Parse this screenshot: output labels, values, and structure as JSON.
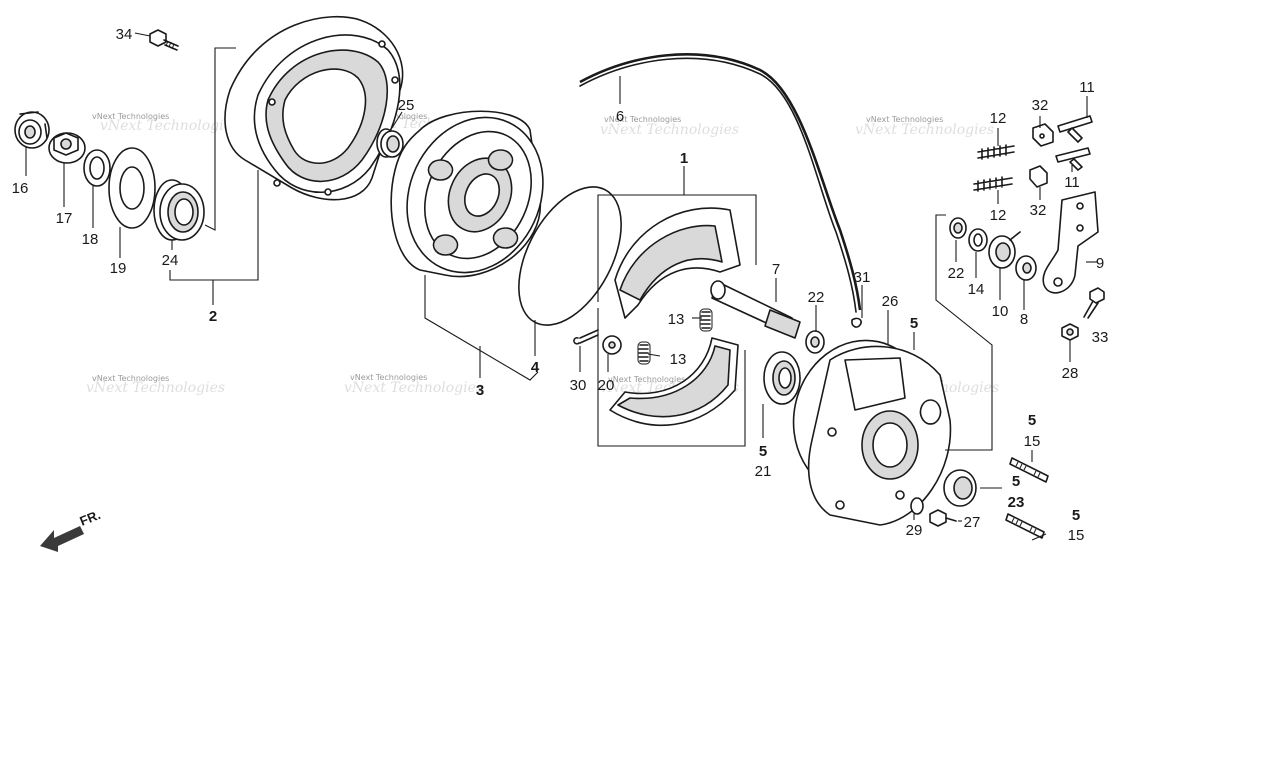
{
  "watermark": {
    "text": "vNext Technologies"
  },
  "direction_label": "FR.",
  "callouts": {
    "c1": "1",
    "c3": "3",
    "c4": "4",
    "c5a": "5",
    "c5b": "5",
    "c5c": "5",
    "c5d": "5",
    "c5e": "5",
    "c6": "6",
    "c7": "7",
    "c8": "8",
    "c9": "9",
    "c10": "10",
    "c11a": "11",
    "c11b": "11",
    "c12a": "12",
    "c12b": "12",
    "c13a": "13",
    "c13b": "13",
    "c14": "14",
    "c15a": "15",
    "c15b": "15",
    "c16": "16",
    "c17": "17",
    "c18": "18",
    "c19": "19",
    "c2": "2",
    "c20": "20",
    "c21": "21",
    "c22a": "22",
    "c22b": "22",
    "c23": "23",
    "c24": "24",
    "c25": "25",
    "c26": "26",
    "c27": "27",
    "c28": "28",
    "c29": "29",
    "c30": "30",
    "c31": "31",
    "c32a": "32",
    "c32b": "32",
    "c33": "33",
    "c34": "34"
  }
}
